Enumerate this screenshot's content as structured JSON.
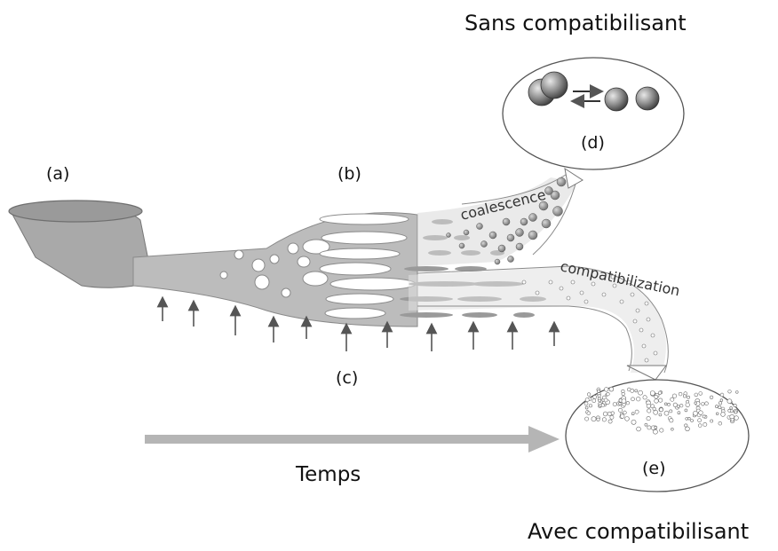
{
  "titles": {
    "top": "Sans compatibilisant",
    "bottom": "Avec compatibilisant"
  },
  "labels": {
    "a": "(a)",
    "b": "(b)",
    "c": "(c)",
    "d": "(d)",
    "e": "(e)",
    "time": "Temps"
  },
  "path_labels": {
    "upper": "coalescence",
    "lower": "compatibilization"
  },
  "colors": {
    "melt_fill": "#b7b7b7",
    "melt_stroke": "#8a8a8a",
    "arrow_gray": "#b5b5b5",
    "droplet": "#8c8c8c",
    "text": "#111111"
  }
}
